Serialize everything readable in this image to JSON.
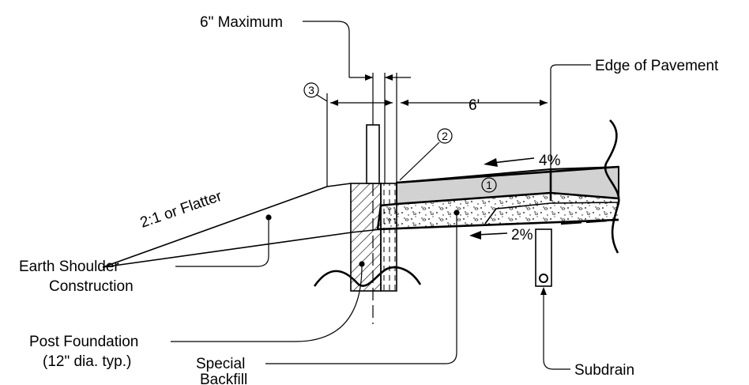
{
  "labels": {
    "max_spacing": "6\" Maximum",
    "edge_of_pavement": "Edge of Pavement",
    "width_dim": "6'",
    "cross_slope_top": "4%",
    "cross_slope_bottom": "2%",
    "side_slope": "2:1 or Flatter",
    "earth_shoulder_line1": "Earth Shoulder",
    "earth_shoulder_line2": "Construction",
    "post_foundation_line1": "Post Foundation",
    "post_foundation_line2": "(12\" dia. typ.)",
    "special_backfill_line1": "Special",
    "special_backfill_line2": "Backfill",
    "subdrain": "Subdrain"
  },
  "callouts": {
    "c1": "1",
    "c2": "2",
    "c3": "3"
  },
  "colors": {
    "line": "#000000",
    "pavement_fill": "#d2d2d2",
    "background": "#ffffff"
  }
}
